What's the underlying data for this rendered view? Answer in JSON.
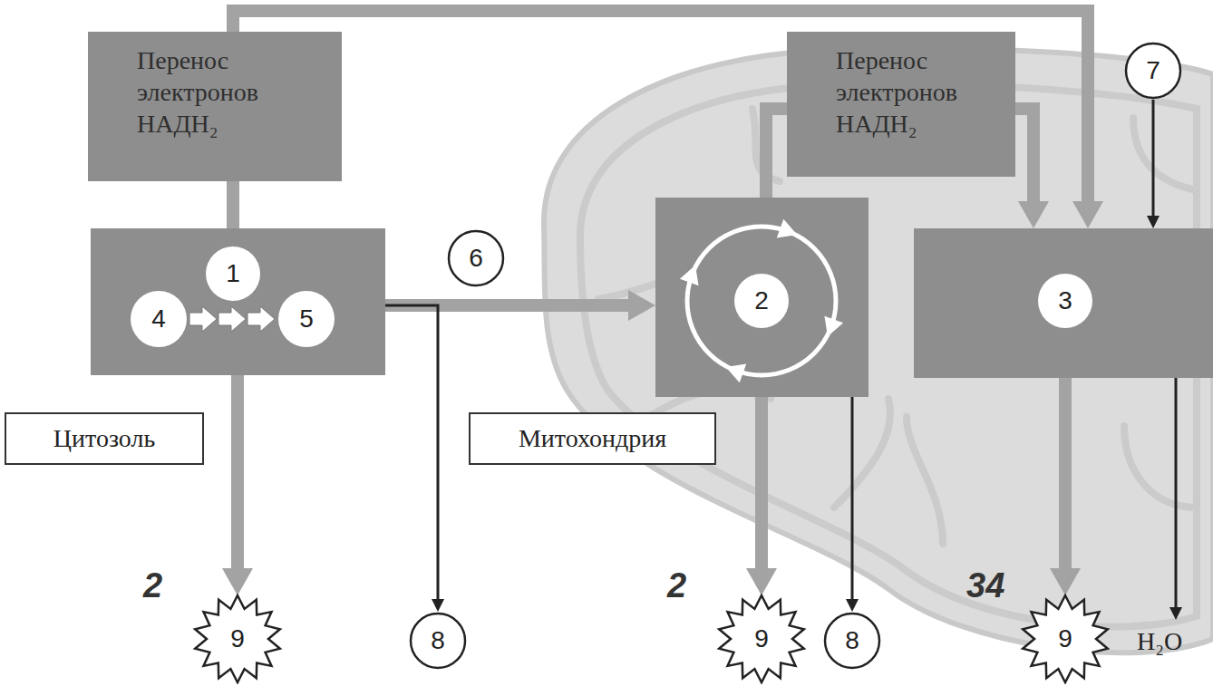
{
  "diagram": {
    "nodes": [
      {
        "text": [
          "Перенос электронов НАДН₂"
        ]
      },
      {
        "text": [
          "1"
        ]
      },
      {
        "text": [
          "4"
        ],
        "in": 1
      },
      {
        "text": [
          "5"
        ],
        "in": 1
      },
      {
        "text": [
          "6"
        ]
      },
      {
        "text": [
          "Перенос электронов НАДН₂"
        ]
      },
      {
        "text": [
          "2"
        ]
      },
      {
        "text": [
          "7"
        ]
      },
      {
        "text": [
          "3"
        ]
      },
      {
        "text": [
          "Цитозоль"
        ]
      },
      {
        "text": [
          "Митохондрия"
        ]
      },
      {
        "text": [
          "9"
        ]
      },
      {
        "text": [
          "8"
        ]
      },
      {
        "text": [
          "9"
        ]
      },
      {
        "text": [
          "8"
        ]
      },
      {
        "text": [
          "9"
        ]
      }
    ],
    "edges": [
      {
        "from": 0,
        "to": 1,
        "arrow": "none"
      },
      {
        "from": 0,
        "to": 8,
        "arrow": "to"
      },
      {
        "from": 5,
        "to": 6,
        "arrow": "none"
      },
      {
        "from": 5,
        "to": 8,
        "arrow": "to"
      },
      {
        "from": 7,
        "to": 8,
        "arrow": "to"
      },
      {
        "from": 1,
        "to": 6,
        "arrow": "to"
      },
      {
        "from": 1,
        "to": 12,
        "arrow": "to"
      },
      {
        "from": 1,
        "to": 11,
        "arrow": "to"
      },
      {
        "from": 6,
        "to": 13,
        "arrow": "to"
      },
      {
        "from": 6,
        "to": 14,
        "arrow": "to"
      },
      {
        "from": 8,
        "to": 15,
        "arrow": "to"
      }
    ],
    "labels": [
      "2",
      "2",
      "34",
      "H₂O"
    ]
  }
}
